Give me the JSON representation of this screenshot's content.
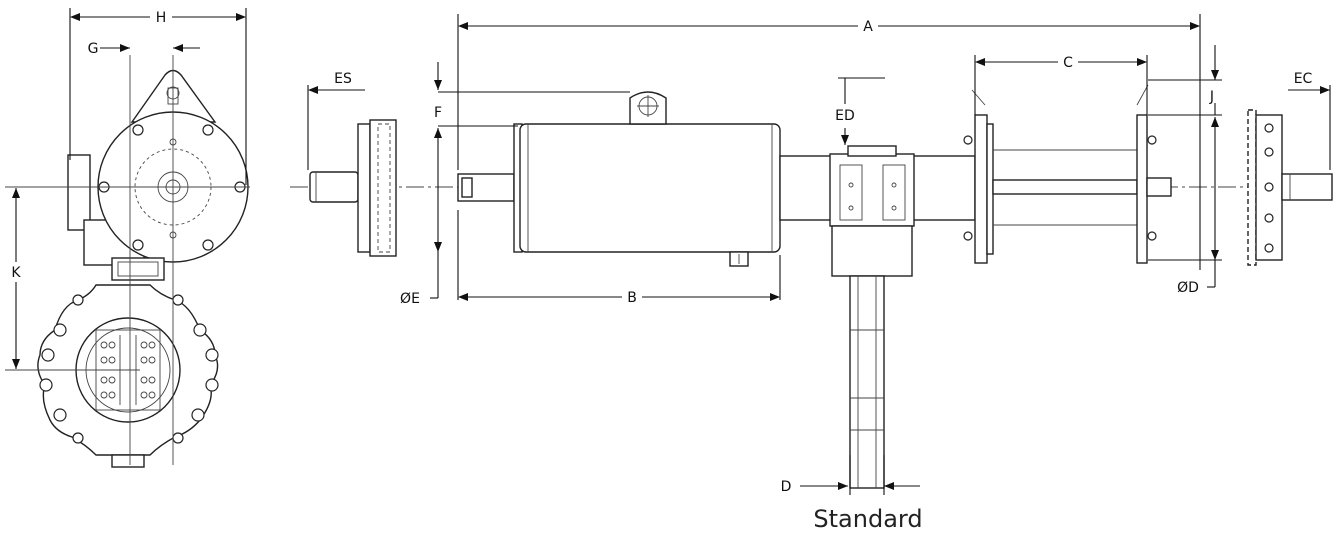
{
  "labels": {
    "h": "H",
    "g": "G",
    "k": "K",
    "es": "ES",
    "f": "F",
    "e": "E",
    "a": "A",
    "b": "B",
    "ed": "ED",
    "c": "C",
    "j": "J",
    "d_dia": "D",
    "ec": "EC",
    "d": "D"
  },
  "diameter_symbol": "Ø",
  "caption": "Standard",
  "colors": {
    "line": "#222222",
    "background": "#ffffff"
  }
}
